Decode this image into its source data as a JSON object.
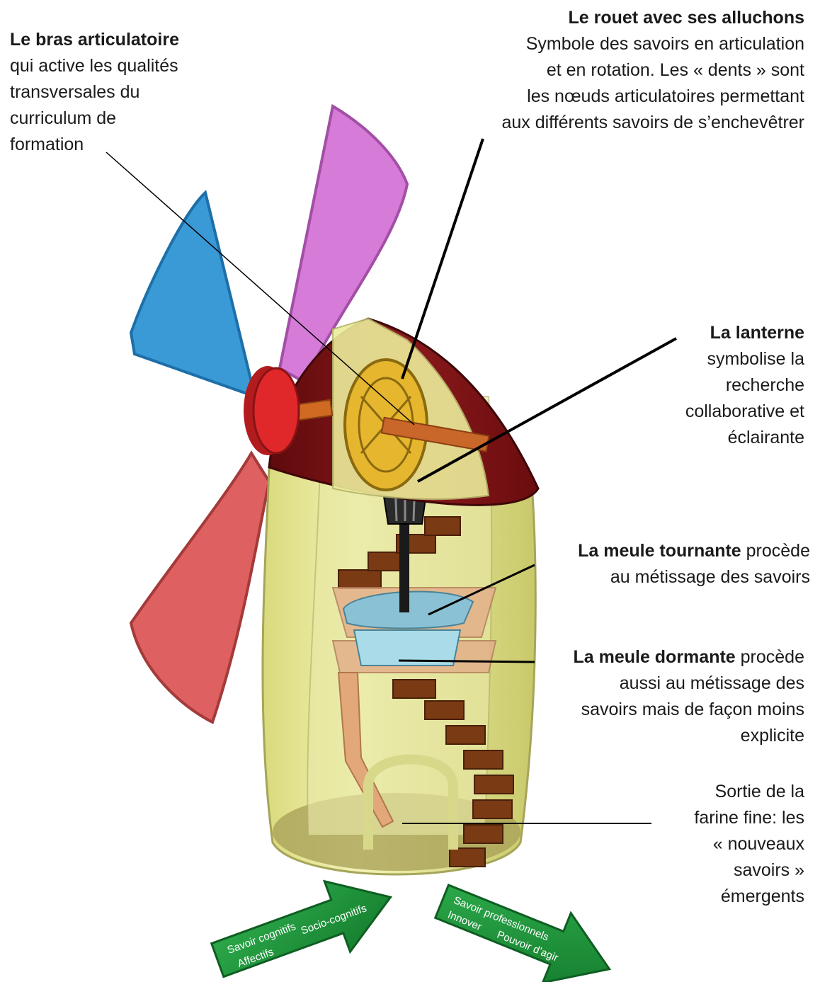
{
  "labels": {
    "bras": {
      "title": "Le bras articulatoire",
      "lines": [
        "qui active les qualités",
        "transversales du",
        "curriculum de",
        "formation"
      ]
    },
    "rouet": {
      "title": "Le rouet avec ses alluchons",
      "lines": [
        "Symbole des savoirs en articulation",
        "et en rotation. Les « dents » sont",
        "les nœuds articulatoires permettant",
        "aux différents savoirs de s’enchevêtrer"
      ]
    },
    "lanterne": {
      "title": "La lanterne",
      "lines": [
        "symbolise la",
        "recherche",
        "collaborative et",
        "éclairante"
      ]
    },
    "meule_tournante": {
      "title": "La meule tournante",
      "title_rest": " procède",
      "lines": [
        "au métissage des savoirs"
      ]
    },
    "meule_dormante": {
      "title": "La meule dormante",
      "title_rest": " procède",
      "lines": [
        "aussi  au métissage des",
        "savoirs mais de façon moins",
        "explicite"
      ]
    },
    "sortie": {
      "lines": [
        "Sortie de la",
        "farine fine: les",
        "« nouveaux",
        "savoirs »",
        "émergents"
      ]
    }
  },
  "arrows": {
    "input": {
      "words": [
        "Savoir cognitifs",
        "Socio-cognitifs",
        "Affectifs"
      ]
    },
    "output": {
      "words": [
        "Savoir professionnels",
        "Innover",
        "Pouvoir d’agir"
      ]
    }
  },
  "colors": {
    "blade_blue": "#3a9ad6",
    "blade_violet": "#d77bd9",
    "blade_red": "#de6060",
    "hub_red": "#e0282b",
    "roof": "#7a0f12",
    "tower": "#ecec9a",
    "wheel": "#e6b62e",
    "stairs": "#7a3a14",
    "meule": "#9fd2e0",
    "arrow_green": "#1f8f3a"
  }
}
